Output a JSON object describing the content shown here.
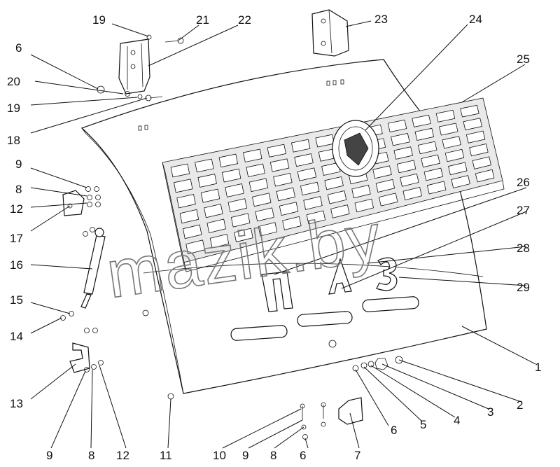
{
  "watermark": "mazik.by",
  "emblem_letters": [
    "П",
    "А",
    "З"
  ],
  "callouts": [
    {
      "id": "c19a",
      "label": "19"
    },
    {
      "id": "c21",
      "label": "21"
    },
    {
      "id": "c22",
      "label": "22"
    },
    {
      "id": "c23",
      "label": "23"
    },
    {
      "id": "c24",
      "label": "24"
    },
    {
      "id": "c25",
      "label": "25"
    },
    {
      "id": "c6a",
      "label": "6"
    },
    {
      "id": "c20",
      "label": "20"
    },
    {
      "id": "c19b",
      "label": "19"
    },
    {
      "id": "c18",
      "label": "18"
    },
    {
      "id": "c9a",
      "label": "9"
    },
    {
      "id": "c8a",
      "label": "8"
    },
    {
      "id": "c12a",
      "label": "12"
    },
    {
      "id": "c17",
      "label": "17"
    },
    {
      "id": "c26",
      "label": "26"
    },
    {
      "id": "c27",
      "label": "27"
    },
    {
      "id": "c28",
      "label": "28"
    },
    {
      "id": "c29",
      "label": "29"
    },
    {
      "id": "c16",
      "label": "16"
    },
    {
      "id": "c15",
      "label": "15"
    },
    {
      "id": "c14",
      "label": "14"
    },
    {
      "id": "c13",
      "label": "13"
    },
    {
      "id": "c1",
      "label": "1"
    },
    {
      "id": "c2",
      "label": "2"
    },
    {
      "id": "c3",
      "label": "3"
    },
    {
      "id": "c4",
      "label": "4"
    },
    {
      "id": "c5",
      "label": "5"
    },
    {
      "id": "c6b",
      "label": "6"
    },
    {
      "id": "c9b",
      "label": "9"
    },
    {
      "id": "c8b",
      "label": "8"
    },
    {
      "id": "c12b",
      "label": "12"
    },
    {
      "id": "c11",
      "label": "11"
    },
    {
      "id": "c10",
      "label": "10"
    },
    {
      "id": "c9c",
      "label": "9"
    },
    {
      "id": "c8c",
      "label": "8"
    },
    {
      "id": "c6c",
      "label": "6"
    },
    {
      "id": "c7",
      "label": "7"
    }
  ]
}
